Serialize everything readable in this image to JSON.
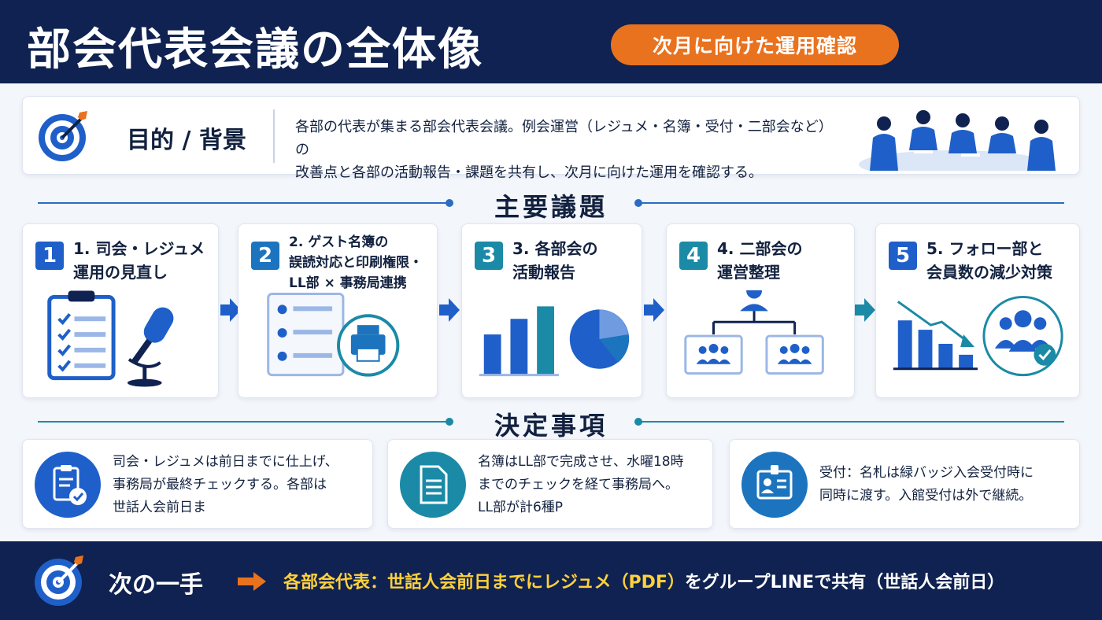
{
  "header": {
    "title": "部会代表会議の全体像",
    "subtitle": "次月に向けた運用確認"
  },
  "purpose": {
    "label": "目的 / 背景",
    "line1": "各部の代表が集まる部会代表会議。例会運営（レジュメ・名簿・受付・二部会など）の",
    "line2": "改善点と各部の活動報告・課題を共有し、次月に向けた運用を確認する。"
  },
  "agenda": {
    "heading": "主要議題",
    "items": [
      {
        "num": "1",
        "line1": "1. 司会・レジュメ",
        "line2": "運用の見直し",
        "line3": "",
        "color": "#1f5fc9"
      },
      {
        "num": "2",
        "line1": "2. ゲスト名簿の",
        "line2": "誤読対応と印刷権限・",
        "line3": "LL部 × 事務局連携",
        "color": "#1c74bf"
      },
      {
        "num": "3",
        "line1": "3. 各部会の",
        "line2": "活動報告",
        "line3": "",
        "color": "#1a8aa6"
      },
      {
        "num": "4",
        "line1": "4. 二部会の",
        "line2": "運営整理",
        "line3": "",
        "color": "#1a8aa6"
      },
      {
        "num": "5",
        "line1": "5. フォロー部と",
        "line2": "会員数の減少対策",
        "line3": "",
        "color": "#1f5fc9"
      }
    ]
  },
  "decisions": {
    "heading": "決定事項",
    "items": [
      {
        "line1": "司会・レジュメは前日までに仕上げ、",
        "line2": "事務局が最終チェックする。各部は",
        "line3": "世話人会前日ま"
      },
      {
        "line1": "名簿はLL部で完成させ、水曜18時",
        "line2": "までのチェックを経て事務局へ。",
        "line3": "LL部が計6種P"
      },
      {
        "line1": "受付：名札は緑バッジ入会受付時に",
        "line2": "同時に渡す。入館受付は外で継続。",
        "line3": ""
      }
    ]
  },
  "footer": {
    "label": "次の一手",
    "action_highlight": "各部会代表：世話人会前日までにレジュメ（PDF）",
    "action_rest": "をグループLINEで共有（世話人会前日）"
  },
  "colors": {
    "navy": "#0f2251",
    "orange": "#e9721f",
    "blue": "#1f5fc9",
    "teal": "#1a8aa6",
    "yellow": "#ffd13b"
  }
}
